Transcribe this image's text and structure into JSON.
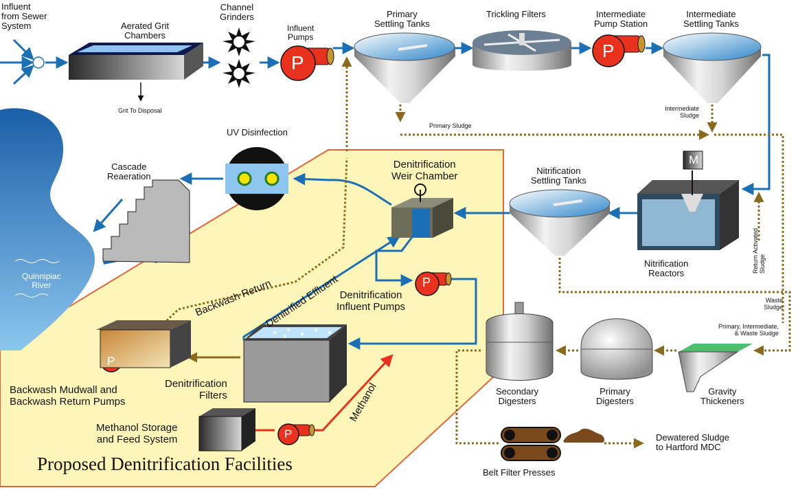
{
  "labels": {
    "influent": "Influent\nfrom Sewer\nSystem",
    "aerated_grit": "Aerated Grit\nChambers",
    "grit_disposal": "Grit To Disposal",
    "channel_grinders": "Channel\nGrinders",
    "influent_pumps": "Influent\nPumps",
    "primary_settling": "Primary\nSettling Tanks",
    "trickling_filters": "Trickling Filters",
    "intermediate_pump": "Intermediate\nPump Station",
    "intermediate_settling": "Intermediate\nSettling Tanks",
    "primary_sludge": "Primary Sludge",
    "intermediate_sludge": "Intermediate\nSludge",
    "uv_disinfection": "UV Disinfection",
    "cascade_reaeration": "Cascade\nReaeration",
    "denit_weir": "Denitrification\nWeir Chamber",
    "nitrification_settling": "Nitrification\nSettling Tanks",
    "nitrification_reactors": "Nitrification\nReactors",
    "return_activated": "Return Activated\nSludge",
    "waste_sludge": "Waste\nSludge",
    "combined_sludge": "Primary, Intermediate,\n& Waste Sludge",
    "quinnipiac_river": "Quinnipiac\nRiver",
    "backwash_return": "Backwash Return",
    "denitrified_effluent": "Denitrified Effluent",
    "denit_influent_pumps": "Denitrification\nInfluent Pumps",
    "backwash_mudwall": "Backwash Mudwall and\nBackwash Return Pumps",
    "denit_filters": "Denitrification\nFilters",
    "methanol_storage": "Methanol Storage\nand Feed System",
    "methanol": "Methanol",
    "proposed_title": "Proposed Denitrification Facilities",
    "secondary_digesters": "Secondary\nDigesters",
    "primary_digesters": "Primary\nDigesters",
    "gravity_thickeners": "Gravity\nThickeners",
    "dewatered_sludge": "Dewatered Sludge\nto Hartford MDC",
    "belt_filter_presses": "Belt Filter Presses",
    "pump_letter": "P",
    "motor_letter": "M"
  },
  "colors": {
    "water_flow": "#1a6fb5",
    "sludge_flow": "#8a6a1e",
    "methanol_flow": "#e8321e",
    "pump_red": "#e8321e",
    "highlight_zone": "#fdf6b8",
    "highlight_border": "#e0663a",
    "river_blue": "#5aa7dd"
  },
  "icons": [
    "pump-icon",
    "grinder-icon",
    "settling-tank-icon",
    "trickling-filter-icon",
    "motor-icon",
    "uv-lamp-icon",
    "digester-icon",
    "belt-press-icon"
  ]
}
